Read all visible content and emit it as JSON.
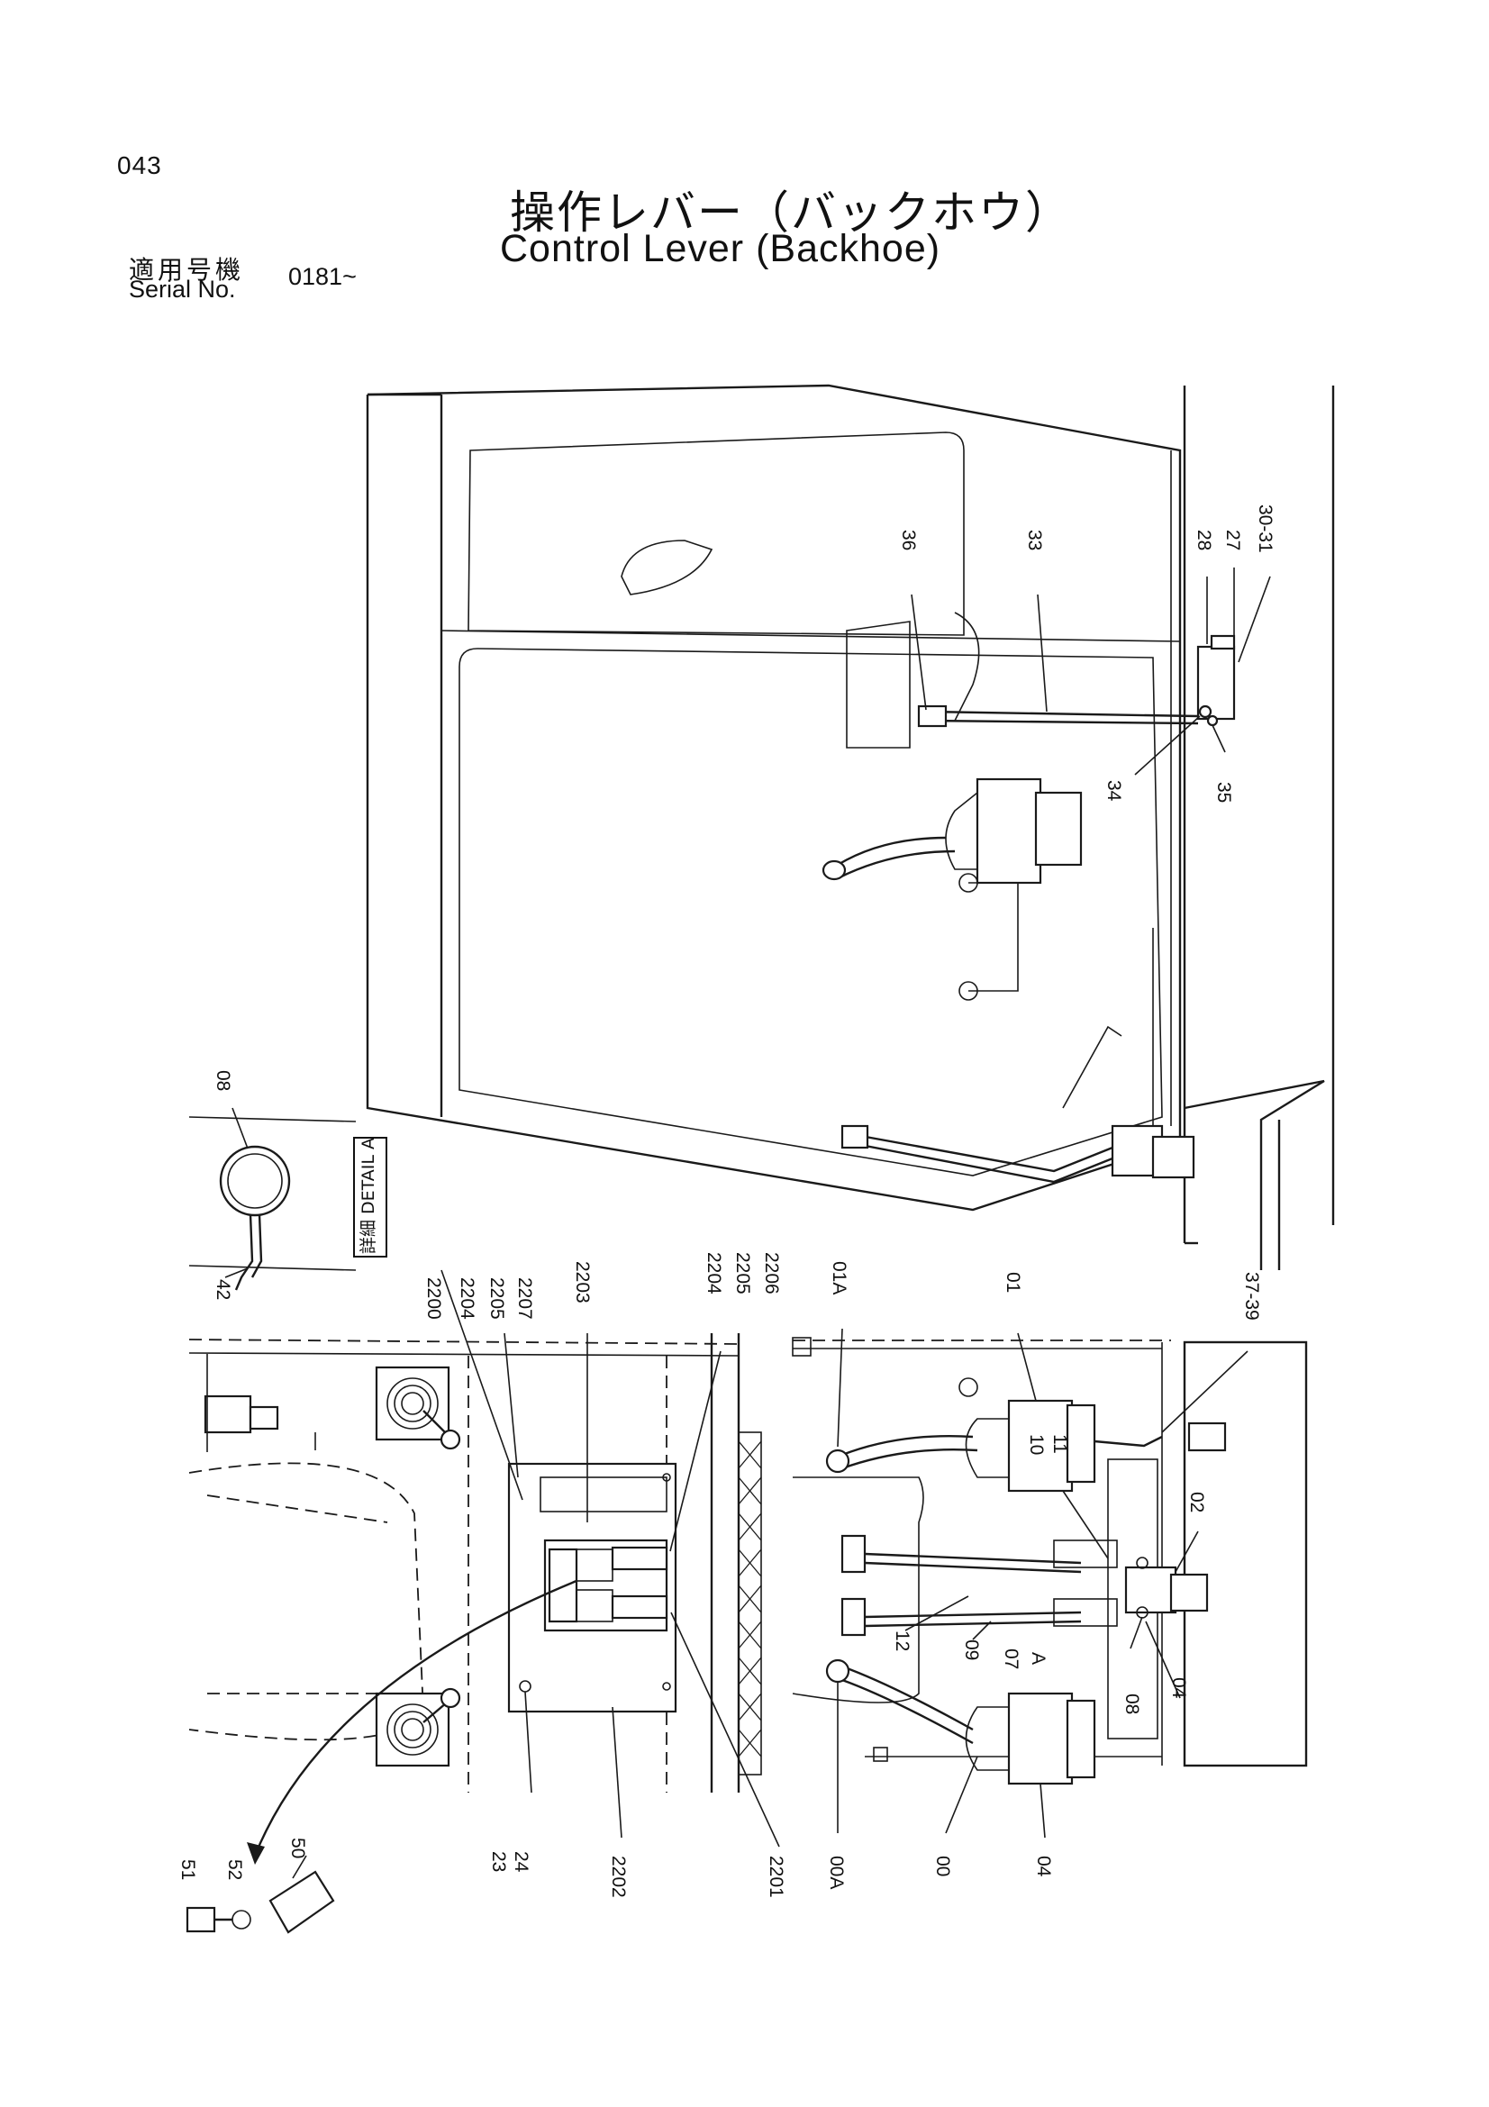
{
  "header": {
    "page_number": "043",
    "title_jp": "操作レバー（バックホウ）",
    "title_en": "Control Lever (Backhoe)",
    "serial_label_jp": "適用号機",
    "serial_label_en": "Serial No.",
    "serial_value": "0181~"
  },
  "detail_label": "詳細 DETAIL A",
  "callouts": [
    {
      "id": "c36",
      "text": "36"
    },
    {
      "id": "c33",
      "text": "33"
    },
    {
      "id": "c28",
      "text": "28"
    },
    {
      "id": "c27",
      "text": "27"
    },
    {
      "id": "c30-31",
      "text": "30-31"
    },
    {
      "id": "c34",
      "text": "34"
    },
    {
      "id": "c35",
      "text": "35"
    },
    {
      "id": "c08a",
      "text": "08"
    },
    {
      "id": "c42",
      "text": "42"
    },
    {
      "id": "c2200",
      "text": "2200"
    },
    {
      "id": "c2204a",
      "text": "2204"
    },
    {
      "id": "c2205a",
      "text": "2205"
    },
    {
      "id": "c2207",
      "text": "2207"
    },
    {
      "id": "c2203",
      "text": "2203"
    },
    {
      "id": "c2204b",
      "text": "2204"
    },
    {
      "id": "c2205b",
      "text": "2205"
    },
    {
      "id": "c2206",
      "text": "2206"
    },
    {
      "id": "c01A",
      "text": "01A"
    },
    {
      "id": "c01",
      "text": "01"
    },
    {
      "id": "c37-39",
      "text": "37-39"
    },
    {
      "id": "c10",
      "text": "10"
    },
    {
      "id": "c11",
      "text": "11"
    },
    {
      "id": "c02",
      "text": "02"
    },
    {
      "id": "c12",
      "text": "12"
    },
    {
      "id": "c09",
      "text": "09"
    },
    {
      "id": "c07",
      "text": "07"
    },
    {
      "id": "cA",
      "text": "A"
    },
    {
      "id": "c04a",
      "text": "04"
    },
    {
      "id": "c08b",
      "text": "08"
    },
    {
      "id": "c51",
      "text": "51"
    },
    {
      "id": "c52",
      "text": "52"
    },
    {
      "id": "c50",
      "text": "50"
    },
    {
      "id": "c23",
      "text": "23"
    },
    {
      "id": "c24",
      "text": "24"
    },
    {
      "id": "c2202",
      "text": "2202"
    },
    {
      "id": "c2201",
      "text": "2201"
    },
    {
      "id": "c00A",
      "text": "00A"
    },
    {
      "id": "c00",
      "text": "00"
    },
    {
      "id": "c04b",
      "text": "04"
    }
  ]
}
